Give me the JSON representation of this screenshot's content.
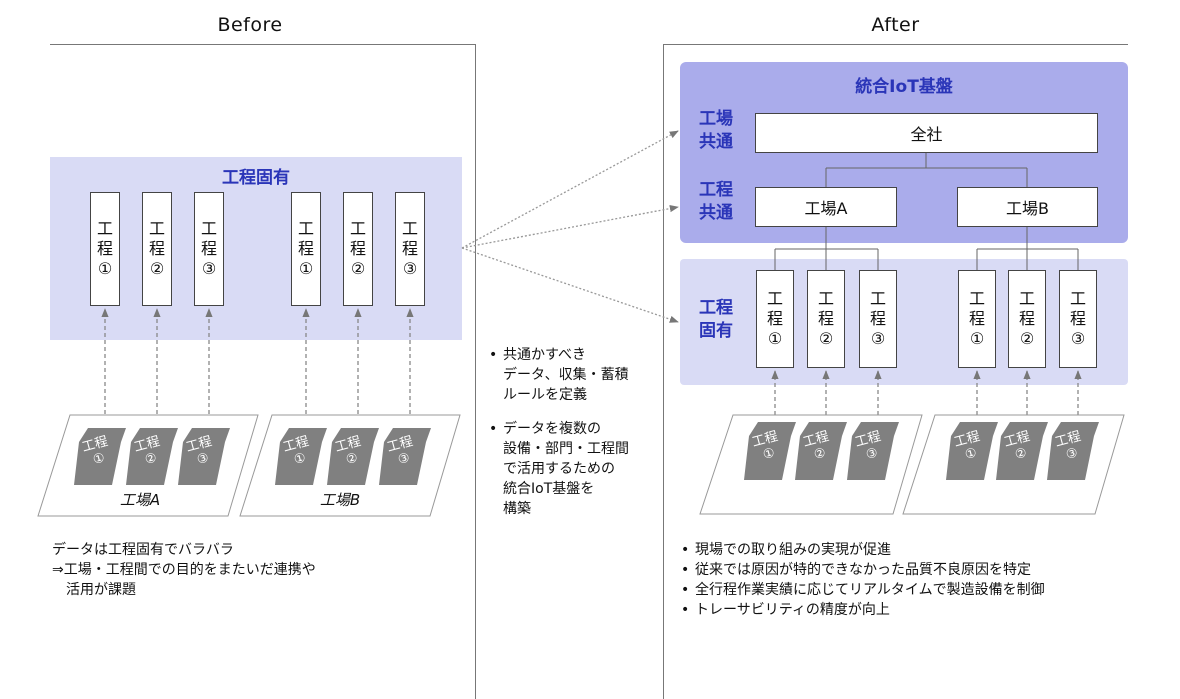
{
  "before": {
    "title": "Before",
    "band_title": "工程固有",
    "groups": [
      {
        "processes": [
          [
            "工",
            "程",
            "①"
          ],
          [
            "工",
            "程",
            "②"
          ],
          [
            "工",
            "程",
            "③"
          ]
        ],
        "factory_label": "工場A",
        "chips": [
          [
            "工程",
            "①"
          ],
          [
            "工程",
            "②"
          ],
          [
            "工程",
            "③"
          ]
        ]
      },
      {
        "processes": [
          [
            "工",
            "程",
            "①"
          ],
          [
            "工",
            "程",
            "②"
          ],
          [
            "工",
            "程",
            "③"
          ]
        ],
        "factory_label": "工場B",
        "chips": [
          [
            "工程",
            "①"
          ],
          [
            "工程",
            "②"
          ],
          [
            "工程",
            "③"
          ]
        ]
      }
    ],
    "notes": [
      "データは工程固有でバラバラ",
      "⇒工場・工程間での目的をまたいだ連携や",
      "　活用が課題"
    ]
  },
  "middle": {
    "bullets": [
      [
        "共通かすべき",
        "データ、収集・蓄積",
        "ルールを定義"
      ],
      [
        "データを複数の",
        "設備・部門・工程間",
        "で活用するための",
        "統合IoT基盤を",
        "構築"
      ]
    ]
  },
  "after": {
    "title": "After",
    "platform_title": "統合IoT基盤",
    "side_labels": {
      "common1": [
        "工場",
        "共通"
      ],
      "common2": [
        "工程",
        "共通"
      ],
      "specific": [
        "工程",
        "固有"
      ]
    },
    "company_box": "全社",
    "factory_boxes": [
      "工場A",
      "工場B"
    ],
    "groups": [
      {
        "processes": [
          [
            "工",
            "程",
            "①"
          ],
          [
            "工",
            "程",
            "②"
          ],
          [
            "工",
            "程",
            "③"
          ]
        ],
        "chips": [
          [
            "工程",
            "①"
          ],
          [
            "工程",
            "②"
          ],
          [
            "工程",
            "③"
          ]
        ]
      },
      {
        "processes": [
          [
            "工",
            "程",
            "①"
          ],
          [
            "工",
            "程",
            "②"
          ],
          [
            "工",
            "程",
            "③"
          ]
        ],
        "chips": [
          [
            "工程",
            "①"
          ],
          [
            "工程",
            "②"
          ],
          [
            "工程",
            "③"
          ]
        ]
      }
    ],
    "bullets": [
      "現場での取り組みの実現が促進",
      "従来では原因が特的できなかった品質不良原因を特定",
      "全行程作業実績に応じてリアルタイムで製造設備を制御",
      "トレーサビリティの精度が向上"
    ]
  },
  "colors": {
    "band_light": "#d9dbf5",
    "band_dark": "#aaaceb",
    "label_blue": "#2a35b8",
    "chip_gray": "#808080"
  }
}
